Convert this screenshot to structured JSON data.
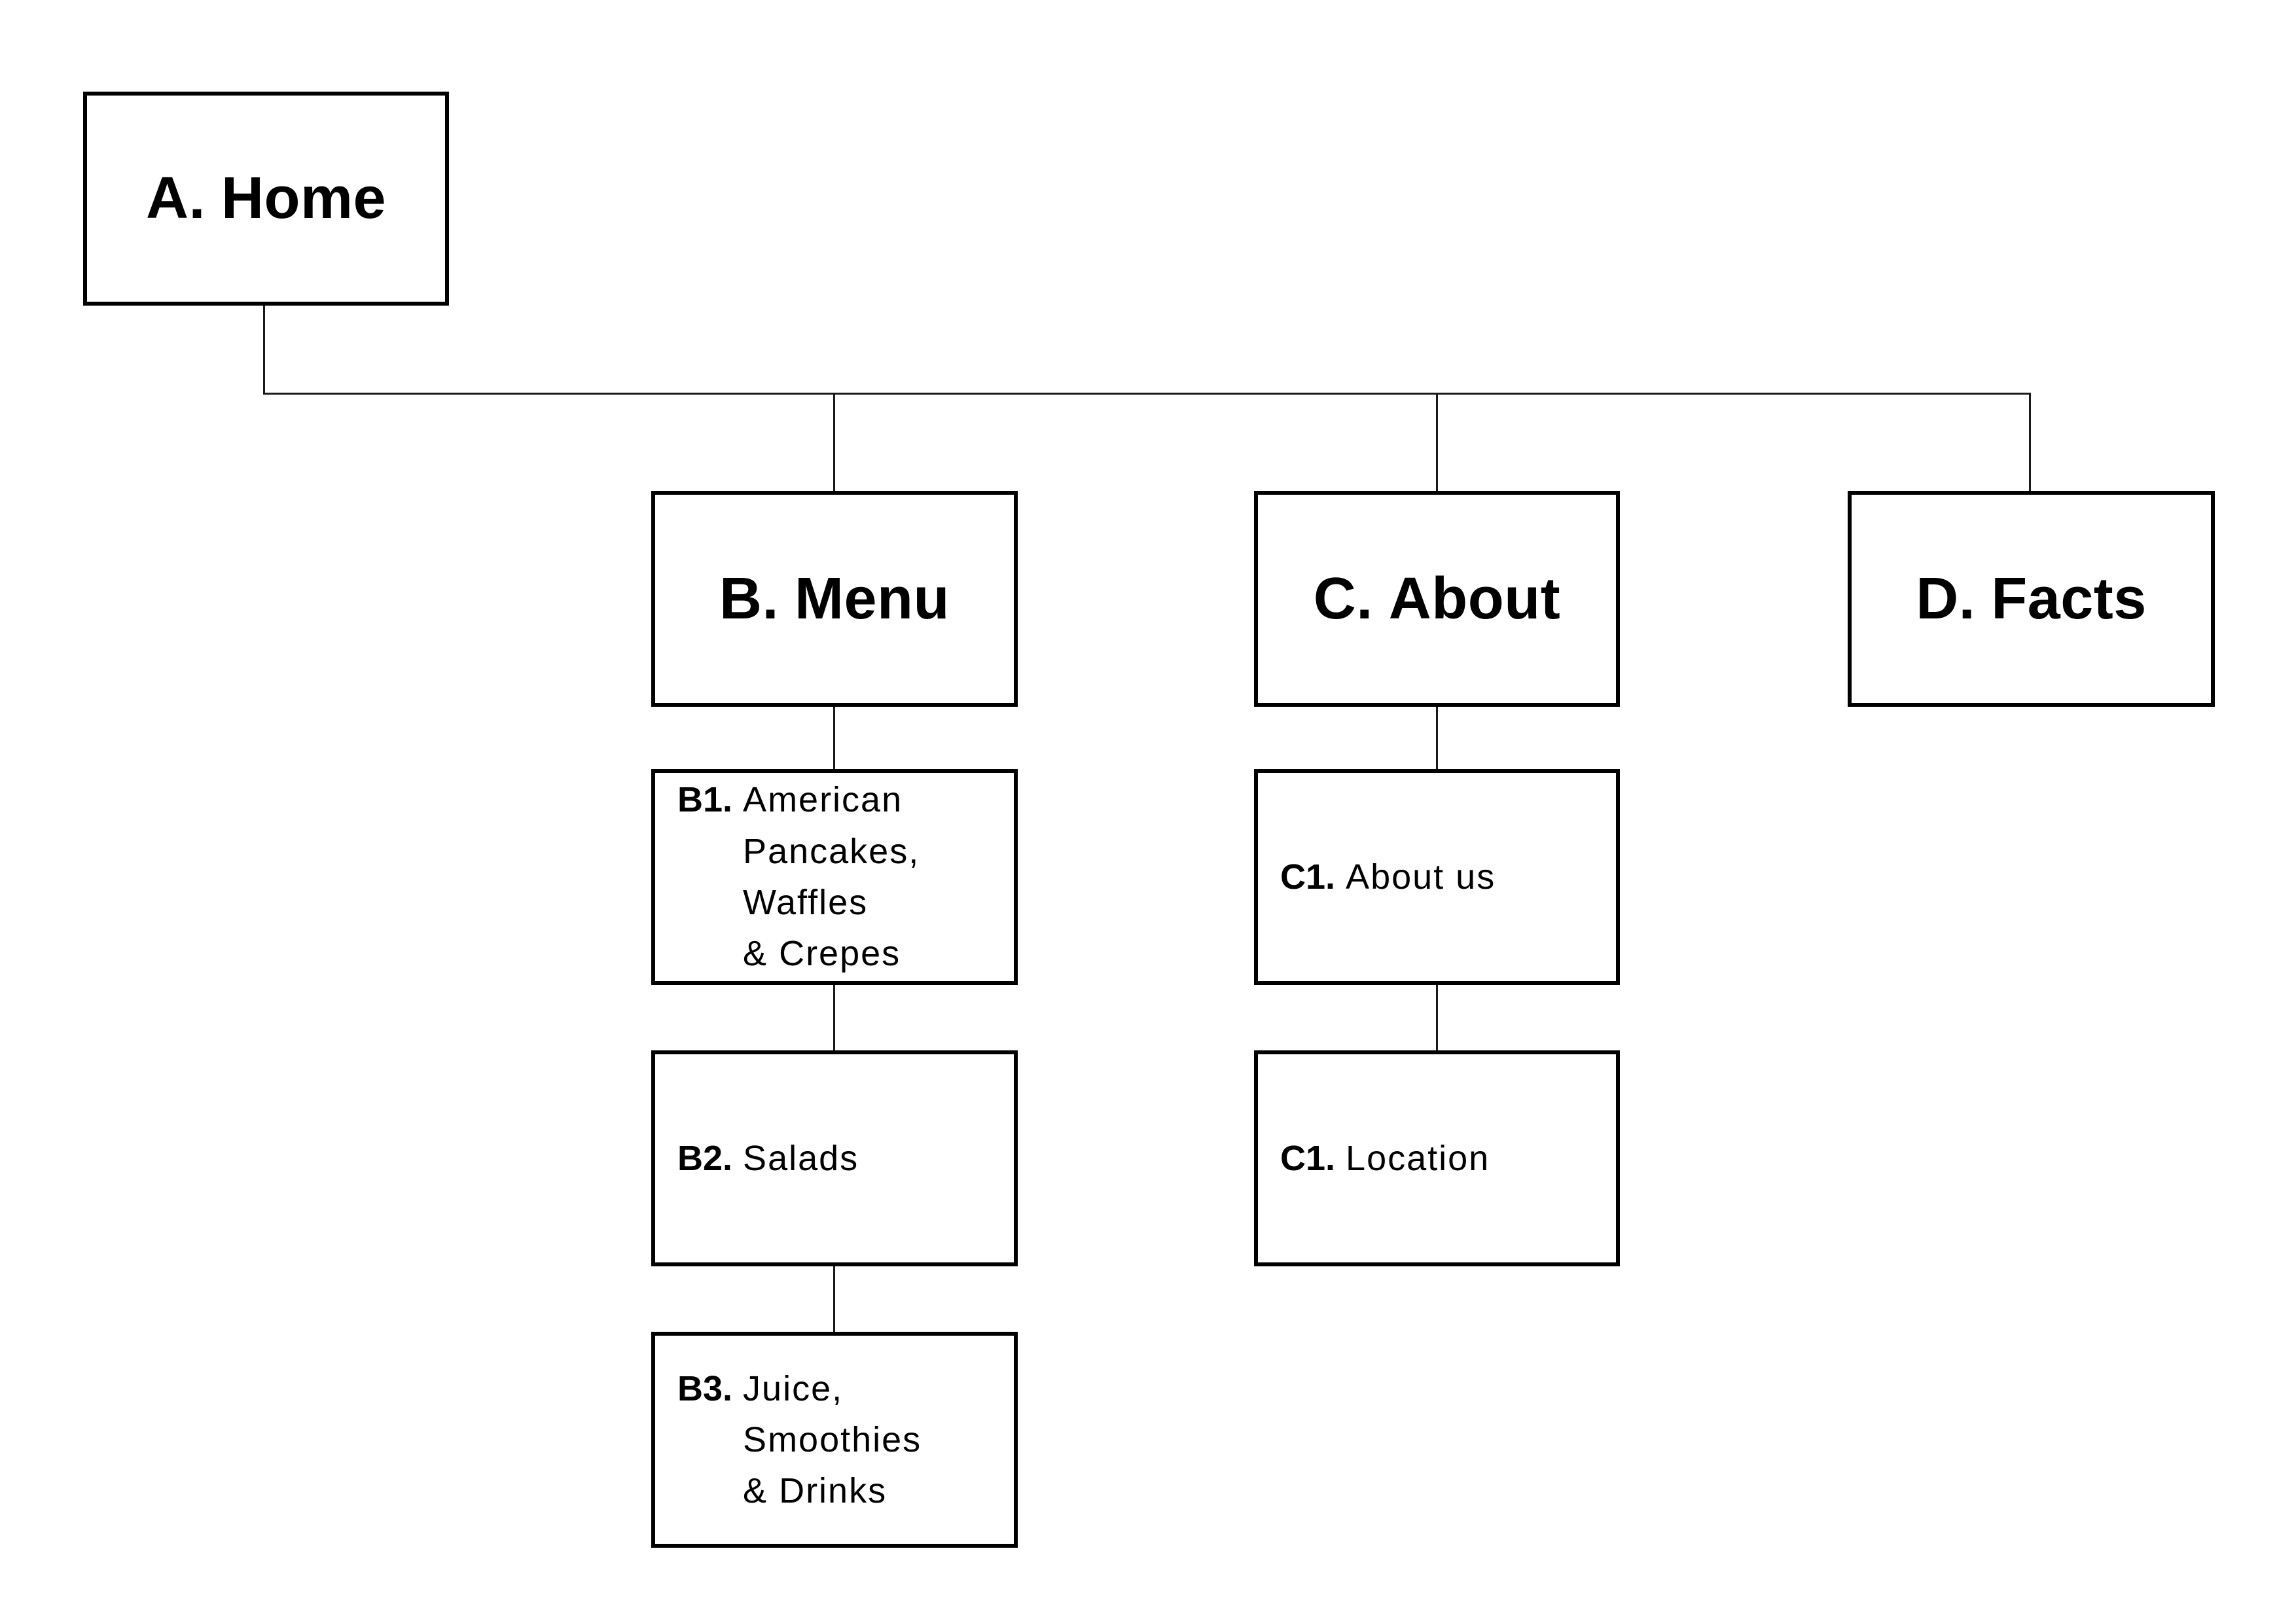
{
  "sitemap": {
    "root": {
      "prefix": "A.",
      "label": "Home"
    },
    "branches": [
      {
        "prefix": "B.",
        "label": "Menu",
        "children": [
          {
            "prefix": "B1.",
            "label": "American\nPancakes, Waffles\n& Crepes"
          },
          {
            "prefix": "B2.",
            "label": "Salads"
          },
          {
            "prefix": "B3.",
            "label": "Juice,\nSmoothies\n& Drinks"
          }
        ]
      },
      {
        "prefix": "C.",
        "label": "About",
        "children": [
          {
            "prefix": "C1.",
            "label": "About us"
          },
          {
            "prefix": "C1.",
            "label": "Location"
          }
        ]
      },
      {
        "prefix": "D.",
        "label": "Facts",
        "children": []
      }
    ],
    "colors": {
      "ink": "#000000",
      "line": "#1a1a1a",
      "background": "#ffffff"
    }
  }
}
